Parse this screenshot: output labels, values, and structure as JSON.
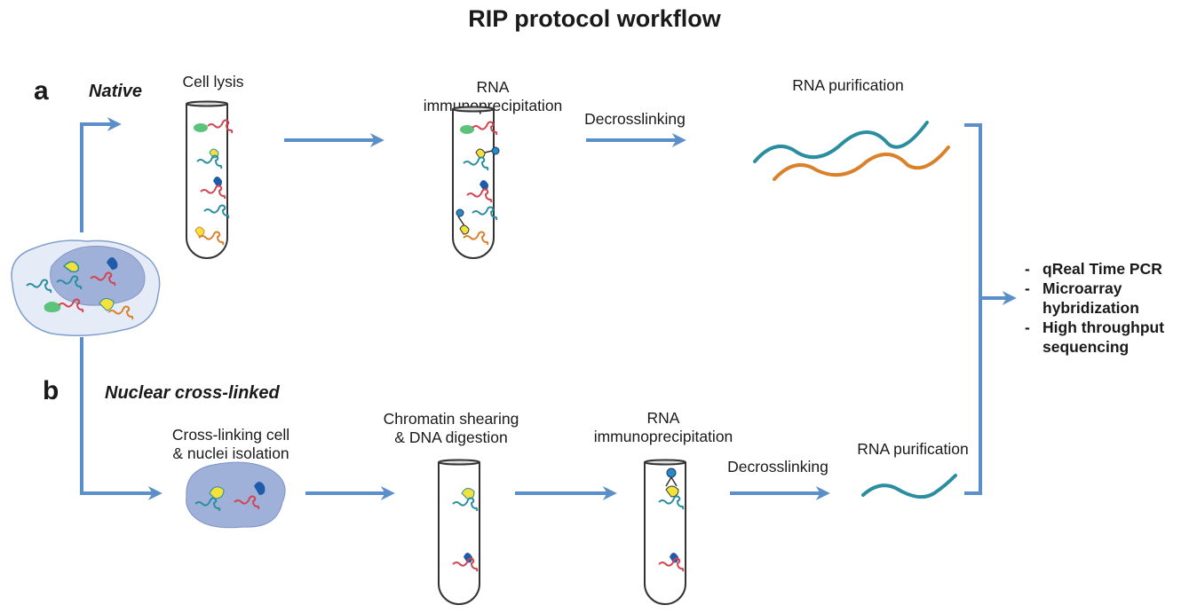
{
  "title": "RIP protocol workflow",
  "colors": {
    "arrow": "#5b8fc9",
    "rna_teal": "#2a8ea0",
    "rna_orange": "#d9822b",
    "cell_fill": "#e6ecf7",
    "nucleus_fill": "#9fb0d9",
    "text": "#1a1a1a"
  },
  "panels": {
    "a": {
      "letter": "a",
      "name": "Native",
      "steps": {
        "lysis": "Cell lysis",
        "ip_line1": "RNA",
        "ip_line2": "immunoprecipitation",
        "decrosslinking": "Decrosslinking",
        "purification": "RNA purification"
      }
    },
    "b": {
      "letter": "b",
      "name": "Nuclear cross-linked",
      "steps": {
        "crosslink_line1": "Cross-linking cell",
        "crosslink_line2": "& nuclei isolation",
        "shearing_line1": "Chromatin shearing",
        "shearing_line2": "& DNA digestion",
        "ip_line1": "RNA",
        "ip_line2": "immunoprecipitation",
        "decrosslinking": "Decrosslinking",
        "purification": "RNA purification"
      }
    }
  },
  "outputs": {
    "dash": "-",
    "items": [
      {
        "line1": "qReal Time PCR",
        "line2": ""
      },
      {
        "line1": "Microarray",
        "line2": "hybridization"
      },
      {
        "line1": "High throughput",
        "line2": "sequencing"
      }
    ]
  }
}
